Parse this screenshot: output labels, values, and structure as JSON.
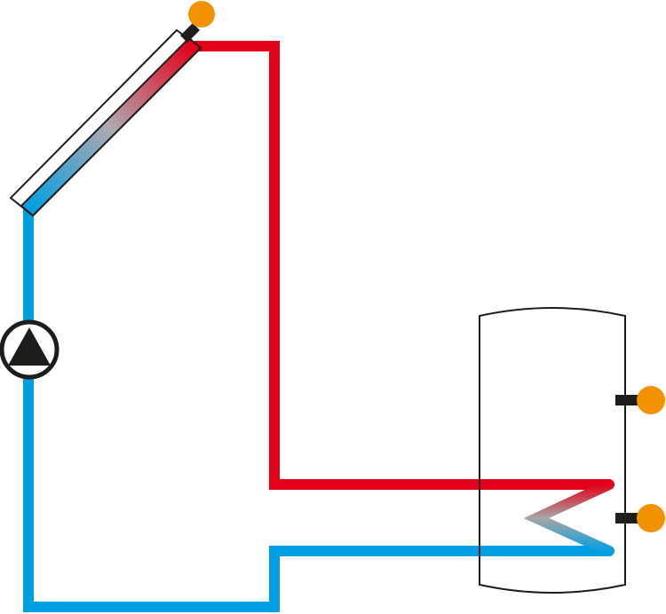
{
  "diagram": {
    "type": "solar-thermal-hydraulic-schematic",
    "components": [
      {
        "id": "solar-collector",
        "icon": "solar-collector-icon"
      },
      {
        "id": "collector-temperature-sensor",
        "icon": "temperature-sensor-icon"
      },
      {
        "id": "circulation-pump",
        "icon": "pump-icon"
      },
      {
        "id": "storage-tank",
        "icon": "storage-tank-icon"
      },
      {
        "id": "tank-upper-temperature-sensor",
        "icon": "temperature-sensor-icon"
      },
      {
        "id": "tank-lower-temperature-sensor",
        "icon": "temperature-sensor-icon"
      },
      {
        "id": "heat-exchanger-coil",
        "icon": "heat-exchanger-icon"
      }
    ],
    "pipes": [
      {
        "id": "supply-pipe",
        "medium": "hot"
      },
      {
        "id": "return-pipe",
        "medium": "cold"
      }
    ]
  },
  "colors": {
    "hot": "#e2001a",
    "cold": "#009fe3",
    "sensor": "#f39200",
    "outline": "#1d1d1b",
    "background": "#ffffff"
  }
}
